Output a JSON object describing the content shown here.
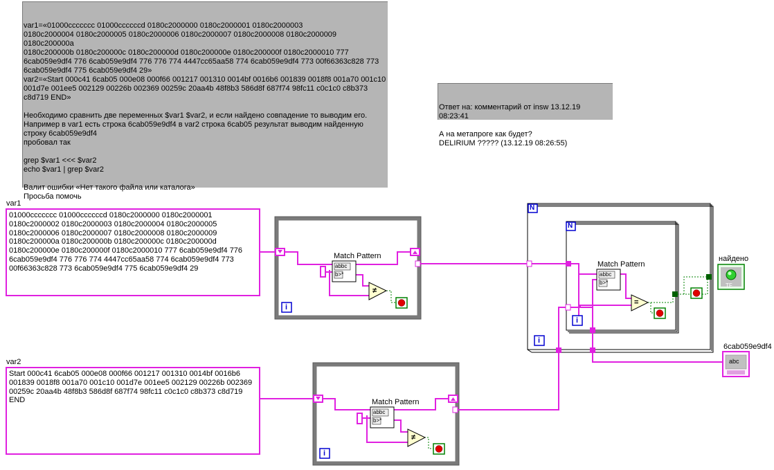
{
  "comment_main": {
    "lines": [
      "var1=«01000ccccccc 01000ccccccd 0180c2000000 0180c2000001 0180c2000003",
      "0180c2000004 0180c2000005 0180c2000006 0180c2000007 0180c2000008 0180c2000009 0180c200000a",
      "0180c200000b 0180c200000c 0180c200000d 0180c200000e 0180c200000f 0180c2000010 777",
      "6cab059e9df4 776 6cab059e9df4 776 776 774 4447cc65aa58 774 6cab059e9df4 773 00f66363c828 773",
      "6cab059e9df4 775 6cab059e9df4 29»",
      "var2=«Start 000c41 6cab05 000e08 000f66 001217 001310 0014bf 0016b6 001839 0018f8 001a70 001c10",
      "001d7e 001ee5 002129 00226b 002369 00259c 20aa4b 48f8b3 586d8f 687f74 98fc11 c0c1c0 c8b373",
      "c8d719 END»",
      "",
      "Необходимо сравнить две переменных $var1 $var2, и если найдено совпадение то выводим его.",
      "Например в var1 есть строка 6cab059e9df4 в var2 строка 6cab05 результат выводим найденную",
      "строку 6cab059e9df4",
      "пробовал так",
      "",
      "grep $var1 <<< $var2",
      "echo $var1 | grep $var2",
      "",
      "Валит ошибки «Нет такого файла или каталога»",
      "Просьба помочь"
    ]
  },
  "comment_reply": {
    "lines": [
      "Ответ на: комментарий от insw 13.12.19 08:23:41",
      "",
      "А на метапроге как будет?",
      "DELIRIUM ????? (13.12.19 08:26:55)"
    ]
  },
  "var1": {
    "label": "var1",
    "value": "01000ccccccc 01000ccccccd 0180c2000000 0180c2000001\n0180c2000002 0180c2000003 0180c2000004 0180c2000005\n0180c2000006 0180c2000007 0180c2000008 0180c2000009\n0180c200000a 0180c200000b 0180c200000c 0180c200000d\n0180c200000e 0180c200000f 0180c2000010 777 6cab059e9df4 776\n6cab059e9df4 776 776 774 4447cc65aa58 774 6cab059e9df4 773\n00f66363c828 773 6cab059e9df4 775 6cab059e9df4 29"
  },
  "var2": {
    "label": "var2",
    "value": "Start 000c41 6cab05 000e08 000f66 001217 001310 0014bf 0016b6\n001839 0018f8 001a70 001c10 001d7e 001ee5 002129 00226b 002369\n00259c 20aa4b 48f8b3 586d8f 687f74 98fc11 c0c1c0 c8b373 c8d719\nEND"
  },
  "diagram": {
    "match_pattern_label": "Match Pattern",
    "loop_index": "i",
    "loop_count": "N",
    "found_label": "найдено",
    "result_label": "6cab059e9df4",
    "bool_indicator_text": "TF",
    "string_indicator_text": "abc",
    "not_equal_symbol": "≠",
    "equal_symbol": "=",
    "mp_icon_top": "abbc",
    "mp_icon_bottom": "b>*"
  },
  "colors": {
    "string_wire": "#e020e0",
    "bool_wire": "#008000",
    "loop_border": "#7a7a7a",
    "comment_bg": "#b5b5b5",
    "index_blue": "#0000d0"
  }
}
